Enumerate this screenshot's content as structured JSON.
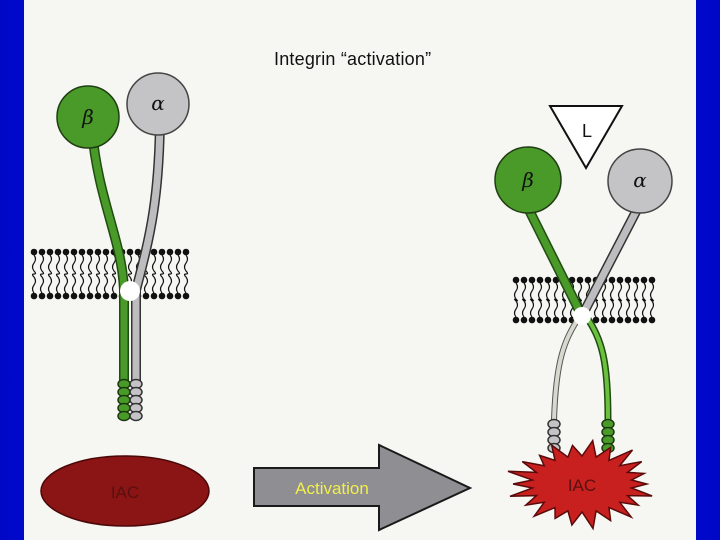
{
  "title": "Integrin “activation”",
  "inactive": {
    "beta_label": "β",
    "alpha_label": "α",
    "complex_label": "IAC"
  },
  "arrow_label": "Activation",
  "active": {
    "beta_label": "β",
    "alpha_label": "α",
    "ligand_label": "L",
    "complex_label": "IAC"
  },
  "colors": {
    "beta_green": "#4a9a2a",
    "alpha_grey": "#bdbdc0",
    "iac_dark_red": "#8b1414",
    "iac_red": "#c8201e",
    "arrow_grey": "#8e8e93",
    "background_blue": "#0a0fd6"
  },
  "icons": [
    "membrane-bilayer-icon",
    "ligand-triangle-icon",
    "activation-arrow-icon",
    "iac-starburst-icon"
  ]
}
